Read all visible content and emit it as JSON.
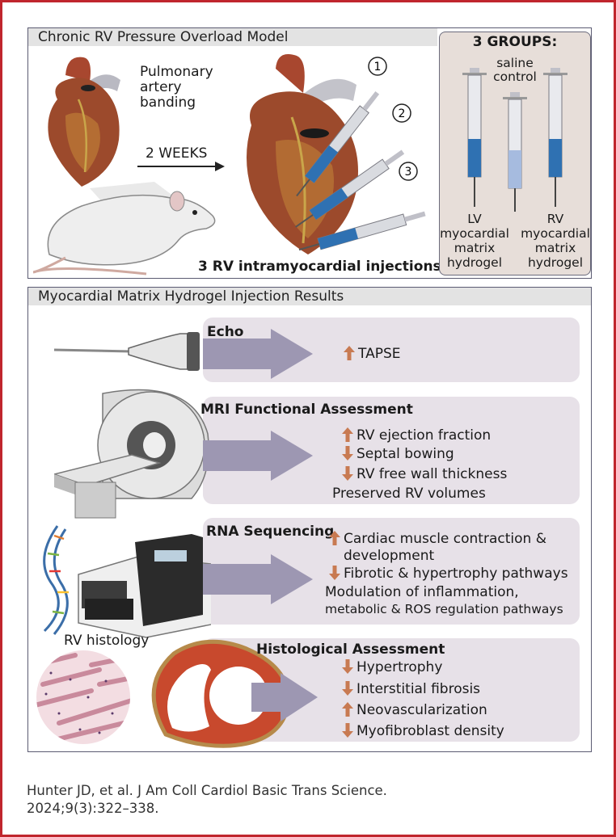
{
  "top_panel": {
    "title": "Chronic RV Pressure Overload Model",
    "pa_banding_lines": [
      "Pulmonary",
      "artery",
      "banding"
    ],
    "weeks_label": "2 WEEKS",
    "injection_numbers": [
      "1",
      "2",
      "3"
    ],
    "injections_caption": "3 RV intramyocardial injections",
    "groups": {
      "title": "3 GROUPS:",
      "saline": [
        "saline",
        "control"
      ],
      "lv": [
        "LV",
        "myocardial",
        "matrix",
        "hydrogel"
      ],
      "rv": [
        "RV",
        "myocardial",
        "matrix",
        "hydrogel"
      ]
    }
  },
  "results_panel": {
    "title": "Myocardial Matrix Hydrogel Injection Results",
    "echo": {
      "title": "Echo",
      "items": [
        {
          "dir": "up",
          "text": "TAPSE"
        }
      ]
    },
    "mri": {
      "title": "MRI Functional Assessment",
      "items": [
        {
          "dir": "up",
          "text": "RV ejection fraction"
        },
        {
          "dir": "down",
          "text": "Septal bowing"
        },
        {
          "dir": "down",
          "text": "RV free wall thickness"
        },
        {
          "dir": "none",
          "text": "Preserved RV volumes"
        }
      ]
    },
    "rna": {
      "title": "RNA Sequencing",
      "up_lines": [
        "Cardiac muscle contraction &",
        "development"
      ],
      "down_text": "Fibrotic & hypertrophy pathways",
      "plain_lines": [
        "Modulation of inflammation,",
        "metabolic & ROS regulation pathways"
      ]
    },
    "histology": {
      "side_label": "RV histology",
      "title": "Histological Assessment",
      "items": [
        {
          "dir": "down",
          "text": "Hypertrophy"
        },
        {
          "dir": "down",
          "text": "Interstitial fibrosis"
        },
        {
          "dir": "up",
          "text": "Neovascularization"
        },
        {
          "dir": "down",
          "text": "Myofibroblast density"
        }
      ]
    }
  },
  "citation": {
    "line1": "Hunter JD, et al. J Am Coll Cardiol Basic Trans Science.",
    "line2": "2024;9(3):322–338."
  },
  "colors": {
    "frame": "#c0262d",
    "arrow": "#c87a52",
    "card": "#e7e1e8",
    "big_arrow": "#9d97b2"
  }
}
